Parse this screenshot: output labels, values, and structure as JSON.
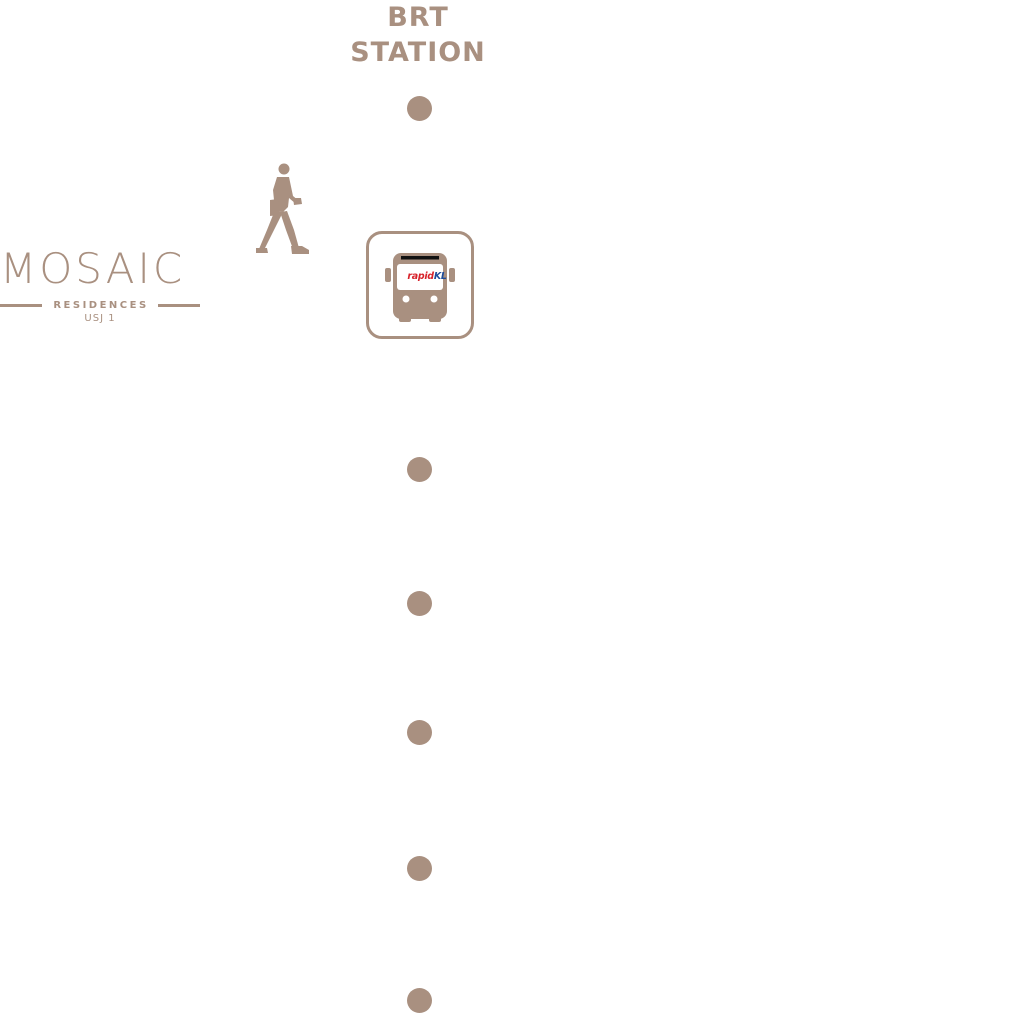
{
  "station": {
    "title_line1": "BRT",
    "title_line2": "STATION"
  },
  "logo": {
    "name": "MOSAIC",
    "subtitle": "RESIDENCES",
    "location": "USJ 1"
  },
  "bus": {
    "brand_part1": "rapid",
    "brand_part2": "KL",
    "icon": "bus-icon"
  },
  "walker": {
    "icon": "walking-person-icon"
  },
  "timeline": {
    "stop_count": 7
  },
  "colors": {
    "accent": "#a99080",
    "brand_red": "#d7222a",
    "brand_blue": "#1e4d9b",
    "background": "#ffffff"
  }
}
